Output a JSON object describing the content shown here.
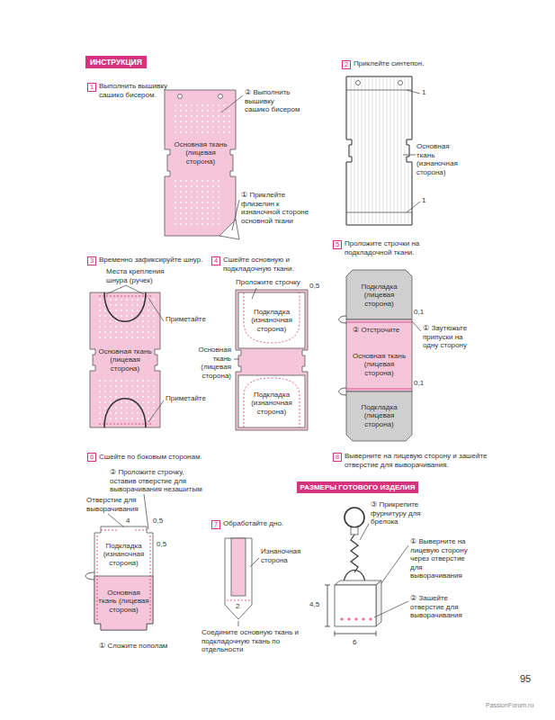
{
  "diagram": {
    "title": "ИНСТРУКЦИЯ",
    "nodes": [
      {
        "text": [
          "1"
        ]
      },
      {
        "text": [
          "Основная ткань (лицевая сторона)"
        ]
      },
      {
        "text": [
          "2"
        ]
      },
      {
        "text": [
          "3"
        ]
      },
      {
        "text": [
          "Основная ткань (лицевая сторона)"
        ]
      },
      {
        "text": [
          "4"
        ]
      },
      {
        "text": [
          "Подкладка (изнаночная сторона)"
        ]
      },
      {
        "text": [
          "Подкладка (изнаночная сторона)"
        ]
      },
      {
        "text": [
          "5"
        ]
      },
      {
        "text": [
          "Подкладка (лицевая сторона)"
        ]
      },
      {
        "text": [
          "Основная ткань (лицевая сторона)"
        ]
      },
      {
        "text": [
          "Подкладка (лицевая сторона)"
        ]
      },
      {
        "text": [
          "6"
        ]
      },
      {
        "text": [
          "Подкладка (изнаночная сторона)"
        ]
      },
      {
        "text": [
          "Основная ткань (лицевая сторона)"
        ]
      },
      {
        "text": [
          "7"
        ]
      },
      {
        "text": [
          "8"
        ]
      },
      {
        "text": [
          "РАЗМЕРЫ ГОТОВОГО ИЗДЕЛИЯ"
        ]
      }
    ],
    "labels": [
      "Выполнить вышивку сашико бисером.",
      "② Выполнить вышивку сашико бисером",
      "① Приклейте флизелин к изнаночной стороне основной ткани",
      "Приклейте синтепон.",
      "1",
      "Основная ткань (изнаночная сторона)",
      "1",
      "Временно зафиксируйте шнур.",
      "Места крепления шнура (ручек)",
      "Приметайте",
      "Приметайте",
      "Сшейте основную и подкладочную ткани.",
      "Проложите строчку",
      "0,5",
      "Основная ткань (лицевая сторона)",
      "Проложите строчки на подкладочной ткани.",
      "0,1",
      "② Отстрочите",
      "① Заутюжьте припуски на одну сторону",
      "0,1",
      "Сшейте по боковым сторонам.",
      "② Проложите строчку, оставив отверстие для выворачивания незашитым",
      "Отверстие для выворачивания",
      "4",
      "0,5",
      "0,5",
      "① Сложите пополам",
      "Обработайте дно.",
      "Изнаночная сторона",
      "2",
      "Соедините основную ткань и подкладочную ткань по отдельности",
      "Выверните на лицевую сторону и зашейте отверстие для выворачивания.",
      "③ Прикрепите фурнитуру для брелока",
      "① Выверните на лицевую сторону через отверстие для выворачивания",
      "② Зашейте отверстие для выворачивания",
      "4,5",
      "6",
      "95",
      "PassionForum.ru"
    ]
  }
}
